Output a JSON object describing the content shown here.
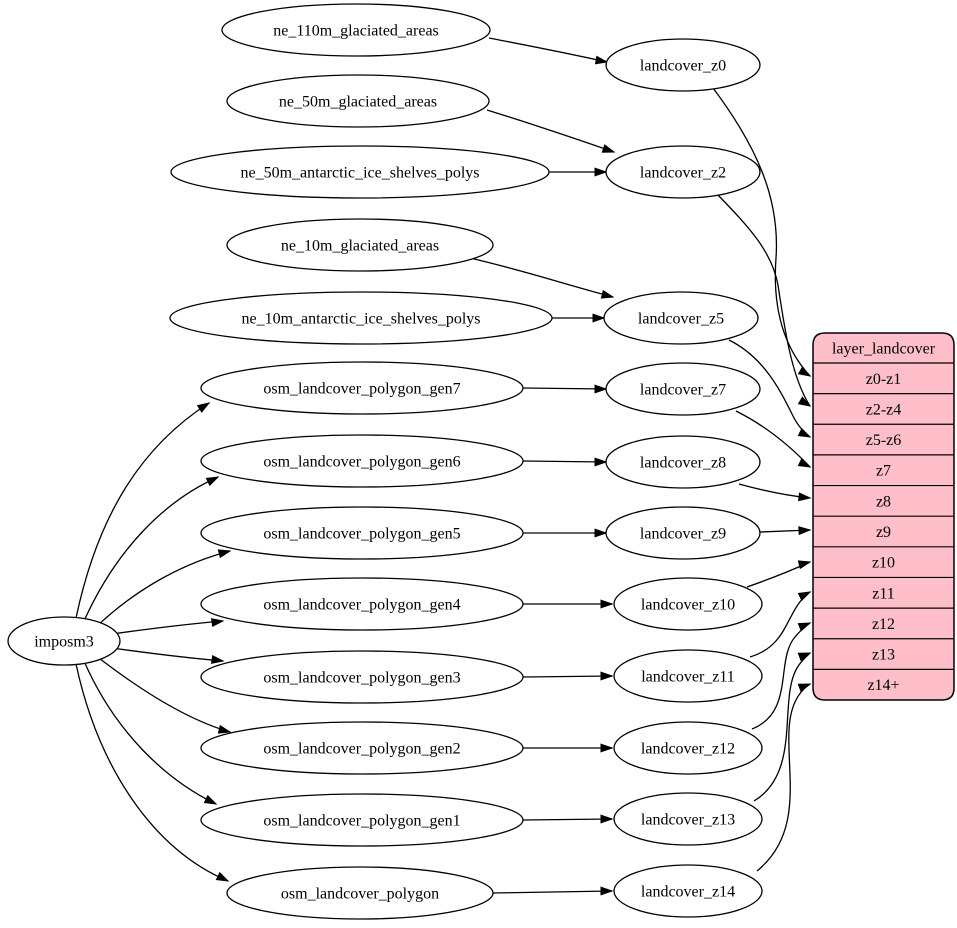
{
  "diagram": {
    "colors": {
      "background": "#ffffff",
      "node_fill": "#ffffff",
      "table_fill": "#ffbfca",
      "stroke": "#000000"
    },
    "nodes": [
      {
        "id": "imposm3",
        "label": "imposm3"
      },
      {
        "id": "ne_110m_glaciated_areas",
        "label": "ne_110m_glaciated_areas"
      },
      {
        "id": "ne_50m_glaciated_areas",
        "label": "ne_50m_glaciated_areas"
      },
      {
        "id": "ne_50m_antarctic_ice_shelves_polys",
        "label": "ne_50m_antarctic_ice_shelves_polys"
      },
      {
        "id": "ne_10m_glaciated_areas",
        "label": "ne_10m_glaciated_areas"
      },
      {
        "id": "ne_10m_antarctic_ice_shelves_polys",
        "label": "ne_10m_antarctic_ice_shelves_polys"
      },
      {
        "id": "osm_landcover_polygon_gen7",
        "label": "osm_landcover_polygon_gen7"
      },
      {
        "id": "osm_landcover_polygon_gen6",
        "label": "osm_landcover_polygon_gen6"
      },
      {
        "id": "osm_landcover_polygon_gen5",
        "label": "osm_landcover_polygon_gen5"
      },
      {
        "id": "osm_landcover_polygon_gen4",
        "label": "osm_landcover_polygon_gen4"
      },
      {
        "id": "osm_landcover_polygon_gen3",
        "label": "osm_landcover_polygon_gen3"
      },
      {
        "id": "osm_landcover_polygon_gen2",
        "label": "osm_landcover_polygon_gen2"
      },
      {
        "id": "osm_landcover_polygon_gen1",
        "label": "osm_landcover_polygon_gen1"
      },
      {
        "id": "osm_landcover_polygon",
        "label": "osm_landcover_polygon"
      },
      {
        "id": "landcover_z0",
        "label": "landcover_z0"
      },
      {
        "id": "landcover_z2",
        "label": "landcover_z2"
      },
      {
        "id": "landcover_z5",
        "label": "landcover_z5"
      },
      {
        "id": "landcover_z7",
        "label": "landcover_z7"
      },
      {
        "id": "landcover_z8",
        "label": "landcover_z8"
      },
      {
        "id": "landcover_z9",
        "label": "landcover_z9"
      },
      {
        "id": "landcover_z10",
        "label": "landcover_z10"
      },
      {
        "id": "landcover_z11",
        "label": "landcover_z11"
      },
      {
        "id": "landcover_z12",
        "label": "landcover_z12"
      },
      {
        "id": "landcover_z13",
        "label": "landcover_z13"
      },
      {
        "id": "landcover_z14",
        "label": "landcover_z14"
      }
    ],
    "table": {
      "title": "layer_landcover",
      "rows": [
        "z0-z1",
        "z2-z4",
        "z5-z6",
        "z7",
        "z8",
        "z9",
        "z10",
        "z11",
        "z12",
        "z13",
        "z14+"
      ]
    },
    "edges": [
      {
        "from": "ne_110m_glaciated_areas",
        "to": "landcover_z0"
      },
      {
        "from": "ne_50m_glaciated_areas",
        "to": "landcover_z2"
      },
      {
        "from": "ne_50m_antarctic_ice_shelves_polys",
        "to": "landcover_z2"
      },
      {
        "from": "ne_10m_glaciated_areas",
        "to": "landcover_z5"
      },
      {
        "from": "ne_10m_antarctic_ice_shelves_polys",
        "to": "landcover_z5"
      },
      {
        "from": "imposm3",
        "to": "osm_landcover_polygon_gen7"
      },
      {
        "from": "imposm3",
        "to": "osm_landcover_polygon_gen6"
      },
      {
        "from": "imposm3",
        "to": "osm_landcover_polygon_gen5"
      },
      {
        "from": "imposm3",
        "to": "osm_landcover_polygon_gen4"
      },
      {
        "from": "imposm3",
        "to": "osm_landcover_polygon_gen3"
      },
      {
        "from": "imposm3",
        "to": "osm_landcover_polygon_gen2"
      },
      {
        "from": "imposm3",
        "to": "osm_landcover_polygon_gen1"
      },
      {
        "from": "imposm3",
        "to": "osm_landcover_polygon"
      },
      {
        "from": "osm_landcover_polygon_gen7",
        "to": "landcover_z7"
      },
      {
        "from": "osm_landcover_polygon_gen6",
        "to": "landcover_z8"
      },
      {
        "from": "osm_landcover_polygon_gen5",
        "to": "landcover_z9"
      },
      {
        "from": "osm_landcover_polygon_gen4",
        "to": "landcover_z10"
      },
      {
        "from": "osm_landcover_polygon_gen3",
        "to": "landcover_z11"
      },
      {
        "from": "osm_landcover_polygon_gen2",
        "to": "landcover_z12"
      },
      {
        "from": "osm_landcover_polygon_gen1",
        "to": "landcover_z13"
      },
      {
        "from": "osm_landcover_polygon",
        "to": "landcover_z14"
      },
      {
        "from": "landcover_z0",
        "to": "layer_landcover:z0-z1"
      },
      {
        "from": "landcover_z2",
        "to": "layer_landcover:z2-z4"
      },
      {
        "from": "landcover_z5",
        "to": "layer_landcover:z5-z6"
      },
      {
        "from": "landcover_z7",
        "to": "layer_landcover:z7"
      },
      {
        "from": "landcover_z8",
        "to": "layer_landcover:z8"
      },
      {
        "from": "landcover_z9",
        "to": "layer_landcover:z9"
      },
      {
        "from": "landcover_z10",
        "to": "layer_landcover:z10"
      },
      {
        "from": "landcover_z11",
        "to": "layer_landcover:z11"
      },
      {
        "from": "landcover_z12",
        "to": "layer_landcover:z12"
      },
      {
        "from": "landcover_z13",
        "to": "layer_landcover:z13"
      },
      {
        "from": "landcover_z14",
        "to": "layer_landcover:z14+"
      }
    ]
  }
}
